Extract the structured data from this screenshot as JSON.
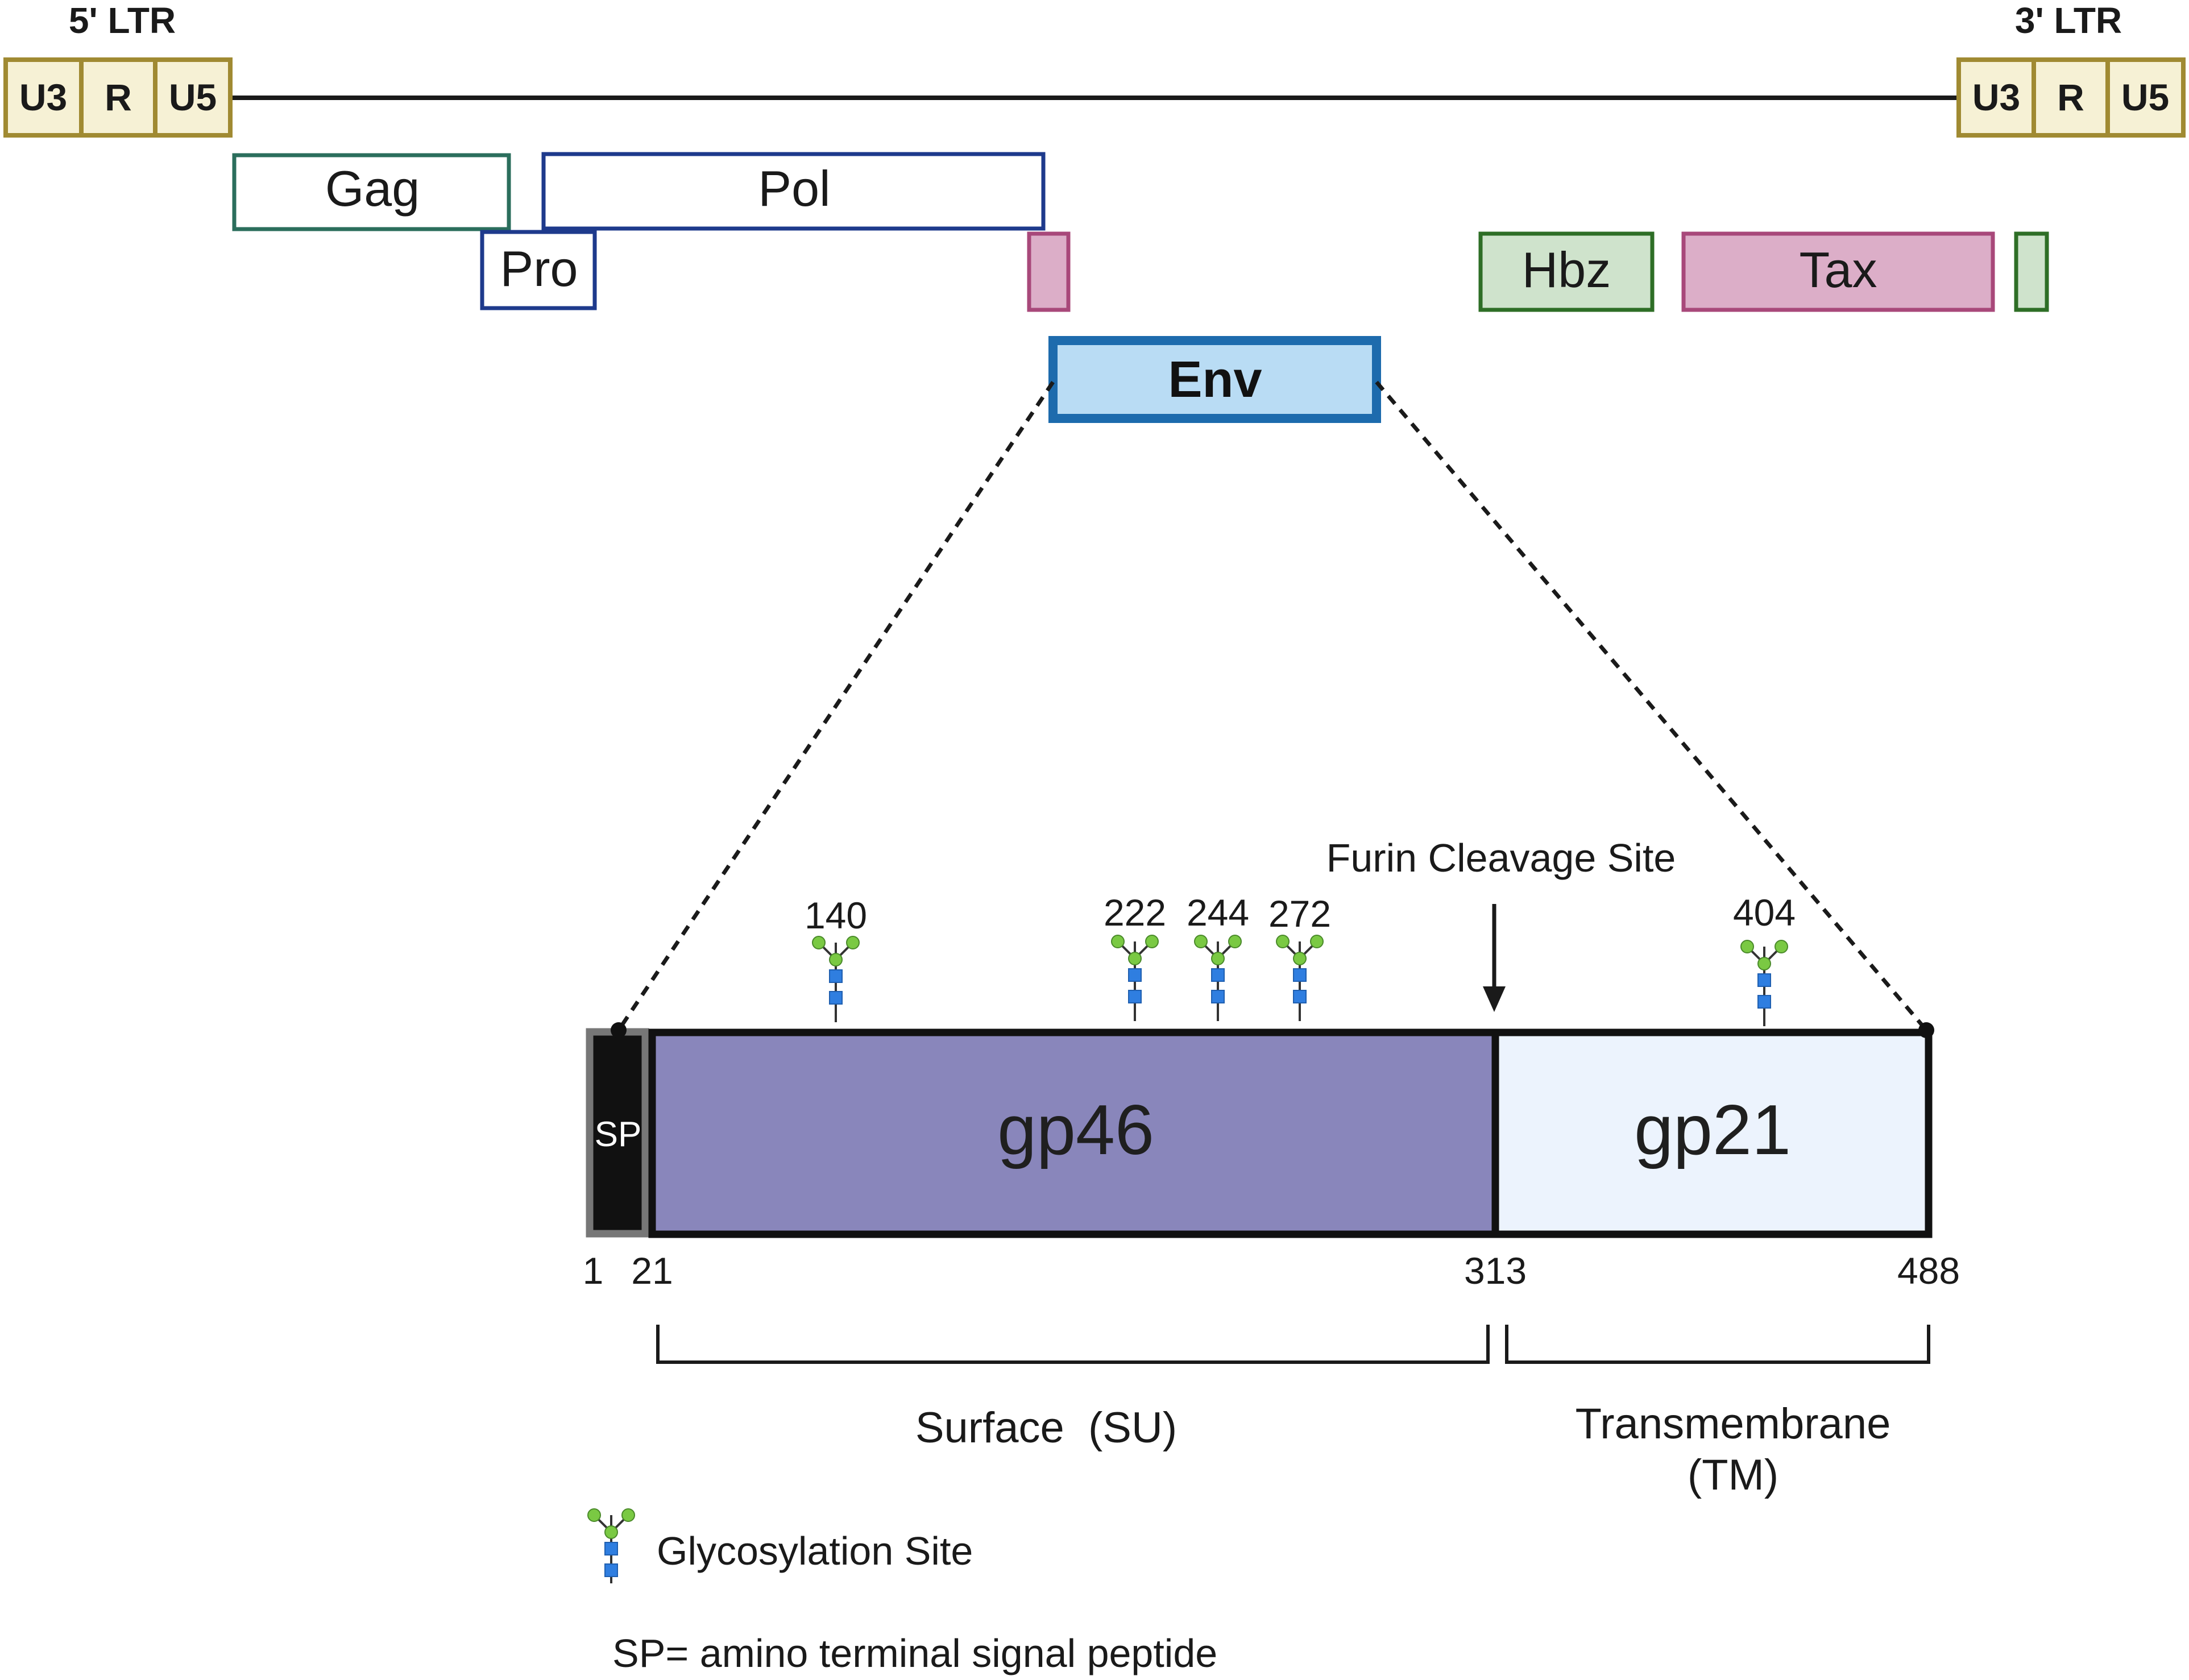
{
  "ltr": {
    "five_prime_label": "5' LTR",
    "three_prime_label": "3' LTR",
    "segments": [
      "U3",
      "R",
      "U5"
    ]
  },
  "genes": {
    "gag": "Gag",
    "pol": "Pol",
    "pro": "Pro",
    "hbz": "Hbz",
    "tax": "Tax",
    "env": "Env"
  },
  "env_protein": {
    "sp_label": "SP",
    "gp46_label": "gp46",
    "gp21_label": "gp21",
    "positions": {
      "start": "1",
      "sp_end": "21",
      "cleavage": "313",
      "end": "488"
    },
    "furin_label": "Furin Cleavage Site",
    "glyco_sites": [
      "140",
      "222",
      "244",
      "272",
      "404"
    ],
    "surface_label": "Surface  (SU)",
    "transmembrane_label_line1": "Transmembrane",
    "transmembrane_label_line2": "(TM)"
  },
  "legend": {
    "glyco_label": "Glycosylation Site",
    "sp_note": "SP= amino terminal signal peptide"
  },
  "colors": {
    "ltr_fill": "#f6f1d5",
    "ltr_stroke": "#a08a32",
    "gag_stroke": "#2b6e5c",
    "pol_stroke": "#1e3a8c",
    "pink_fill": "#dcaec8",
    "pink_stroke": "#a8487a",
    "green_fill": "#cfe3cc",
    "green_stroke": "#2e6e26",
    "env_fill": "#b9dcf4",
    "env_stroke": "#1d6bad",
    "gp46_fill": "#8986bb",
    "gp21_fill": "#ecf3fd",
    "glyco_green": "#7ac943",
    "glyco_blue": "#2f7ee0"
  }
}
